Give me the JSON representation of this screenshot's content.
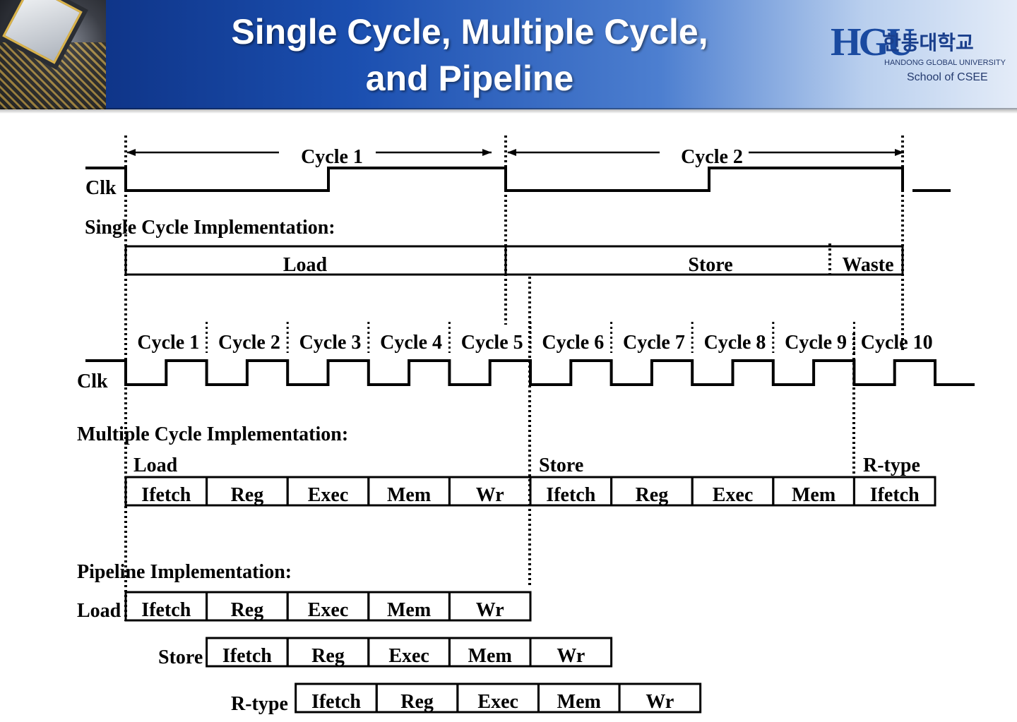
{
  "title": {
    "line1": "Single Cycle, Multiple Cycle,",
    "line2": "and Pipeline"
  },
  "logo": {
    "mark": "HGU",
    "korean": "한동대학교",
    "english": "HANDONG GLOBAL UNIVERSITY",
    "school": "School of CSEE"
  },
  "single_cycle": {
    "cycle1": "Cycle 1",
    "cycle2": "Cycle 2",
    "clk": "Clk",
    "heading": "Single Cycle Implementation:",
    "load": "Load",
    "store": "Store",
    "waste": "Waste"
  },
  "multi_cycle": {
    "cycles": [
      "Cycle 1",
      "Cycle 2",
      "Cycle 3",
      "Cycle 4",
      "Cycle 5",
      "Cycle 6",
      "Cycle 7",
      "Cycle 8",
      "Cycle 9",
      "Cycle 10"
    ],
    "clk": "Clk",
    "heading": "Multiple Cycle Implementation:",
    "load": "Load",
    "store": "Store",
    "rtype": "R-type",
    "stages": [
      "Ifetch",
      "Reg",
      "Exec",
      "Mem",
      "Wr",
      "Ifetch",
      "Reg",
      "Exec",
      "Mem",
      "Ifetch"
    ]
  },
  "pipeline": {
    "heading": "Pipeline Implementation:",
    "rows": [
      {
        "label": "Load",
        "stages": [
          "Ifetch",
          "Reg",
          "Exec",
          "Mem",
          "Wr"
        ]
      },
      {
        "label": "Store",
        "stages": [
          "Ifetch",
          "Reg",
          "Exec",
          "Mem",
          "Wr"
        ]
      },
      {
        "label": "R-type",
        "stages": [
          "Ifetch",
          "Reg",
          "Exec",
          "Mem",
          "Wr"
        ]
      }
    ]
  }
}
